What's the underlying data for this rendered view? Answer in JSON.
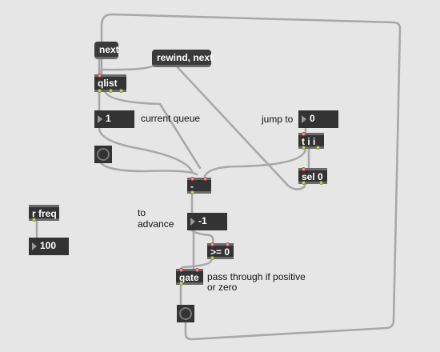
{
  "objects": {
    "qlist": "qlist",
    "minus": "-",
    "ge0": ">= 0",
    "gate": "gate",
    "tii": "t i i",
    "sel0": "sel 0",
    "rfreq": "r freq"
  },
  "messages": {
    "next": "next",
    "rewind_next": "rewind, next"
  },
  "numbers": {
    "current_queue": "1",
    "jump_to": "0",
    "advance": "-1",
    "freq": "100"
  },
  "comments": {
    "current_queue": "current queue",
    "jump_to": "jump to",
    "to_advance_1": "to",
    "to_advance_2": "advance",
    "pass_1": "pass through if positive",
    "pass_2": "or zero"
  }
}
